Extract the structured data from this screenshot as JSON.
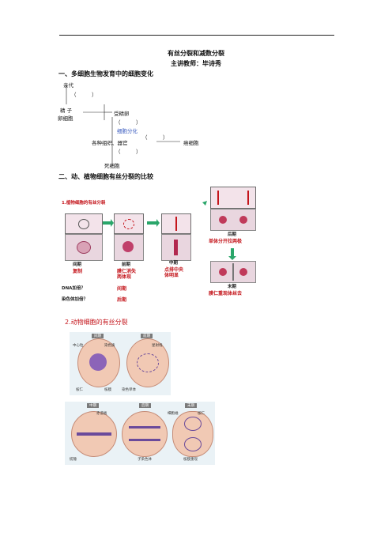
{
  "header": {
    "title": "有丝分裂和减数分裂",
    "subtitle": "主讲教师：毕诗秀"
  },
  "section1": {
    "heading": "一、多细胞生物发育中的细胞变化",
    "diagram": {
      "qinDai": "亲代",
      "paren1": "（　　　）",
      "jingZi": "精  子",
      "luanXiBao": "卵细胞",
      "shouJingLuan": "受精卵",
      "paren2": "（　　　）",
      "xiBaoFenHua": "细胞分化",
      "paren3": "（　　　）",
      "zuZhiQiGuan": "各种组织、器官",
      "aiXiBao": "癌细胞",
      "paren4": "（　　　）",
      "siXiBao": "死细胞"
    }
  },
  "section2": {
    "heading": "二、动、植物细胞有丝分裂的比较",
    "plant": {
      "title": "1.植物细胞的有丝分裂",
      "stages": {
        "interphase": {
          "name": "间期",
          "note": "复制"
        },
        "prophase": {
          "name": "前期",
          "note1": "膜仁消失",
          "note2": "两体现"
        },
        "metaphase": {
          "name": "中期",
          "note1": "点排中央",
          "note2": "体明显"
        },
        "anaphase": {
          "name": "后期",
          "note": "单体分开拉两极"
        },
        "telophase": {
          "name": "末期",
          "note": "膜仁重现体丝去"
        }
      },
      "q1": {
        "question": "DNA加倍？",
        "answer": "间期"
      },
      "q2": {
        "question": "染色体加倍？",
        "answer": "后期"
      }
    },
    "animal": {
      "title": "2.动物细胞的有丝分裂",
      "labels": {
        "interphase": "间期",
        "prophase": "前期",
        "metaphase": "中期",
        "anaphase": "后期",
        "telophase": "末期",
        "centrosome": "中心粒",
        "chromatin": "染色质",
        "spindle": "星射线",
        "nucleolus": "核仁",
        "nuclearMembrane": "核膜",
        "chromatid": "染色单体",
        "equatorPlate": "赤道板",
        "spindleFiber": "纺锤",
        "daughterChromosome": "子染色体",
        "furrow": "细胞缢",
        "nucleolus2": "核仁",
        "newMembrane": "核膜重现"
      }
    }
  },
  "colors": {
    "accentRed": "#c4161c",
    "diagramBlue": "#3a5bbf",
    "cellPink": "#e9d6df",
    "arrowGreen": "#2aa66a"
  }
}
